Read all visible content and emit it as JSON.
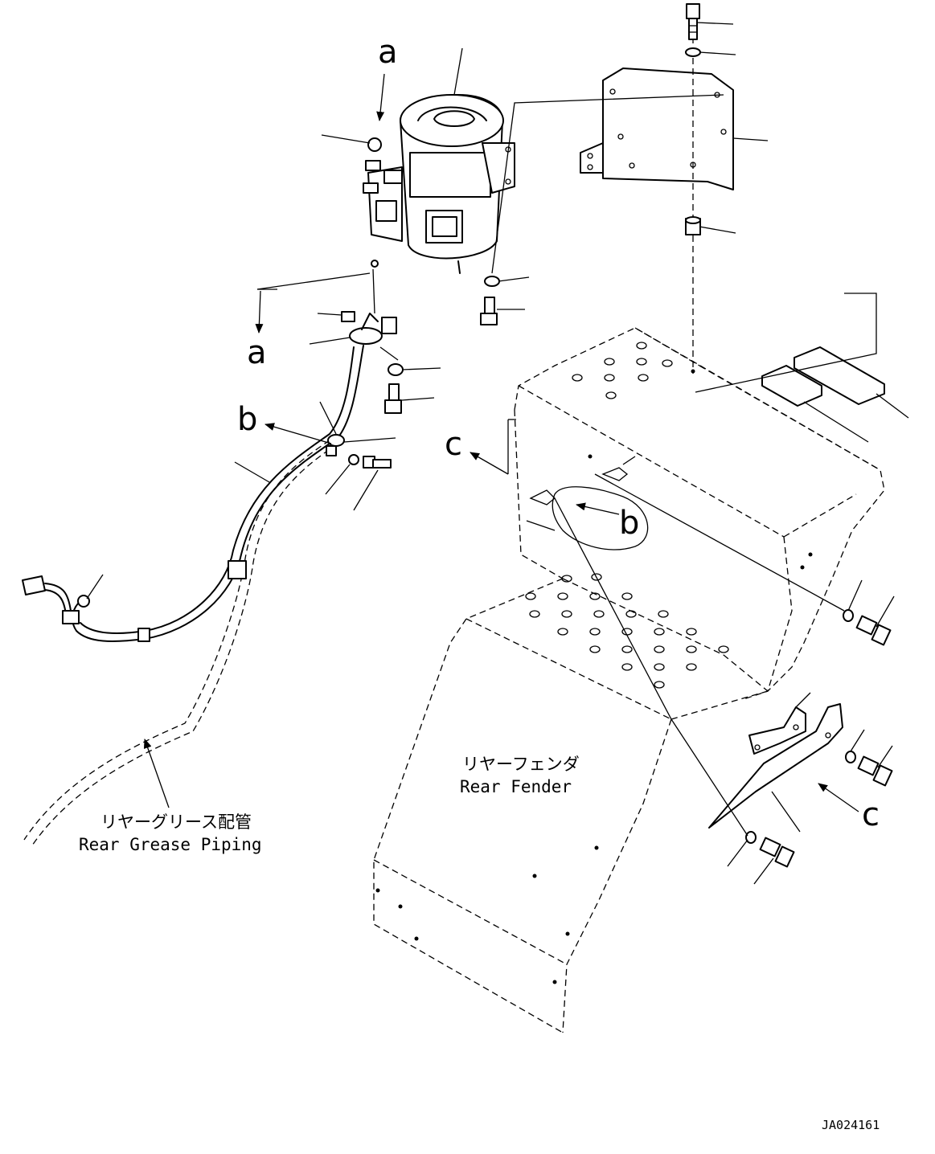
{
  "labels": {
    "grease_piping_jp": "リヤーグリース配管",
    "grease_piping_en": "Rear Grease Piping",
    "fender_jp": "リヤーフェンダ",
    "fender_en": "Rear Fender",
    "drawing_code": "JA024161"
  },
  "view_refs": {
    "a_top": "a",
    "a_bottom": "a",
    "b_left": "b",
    "b_right": "b",
    "c_left": "c",
    "c_right": "c"
  }
}
